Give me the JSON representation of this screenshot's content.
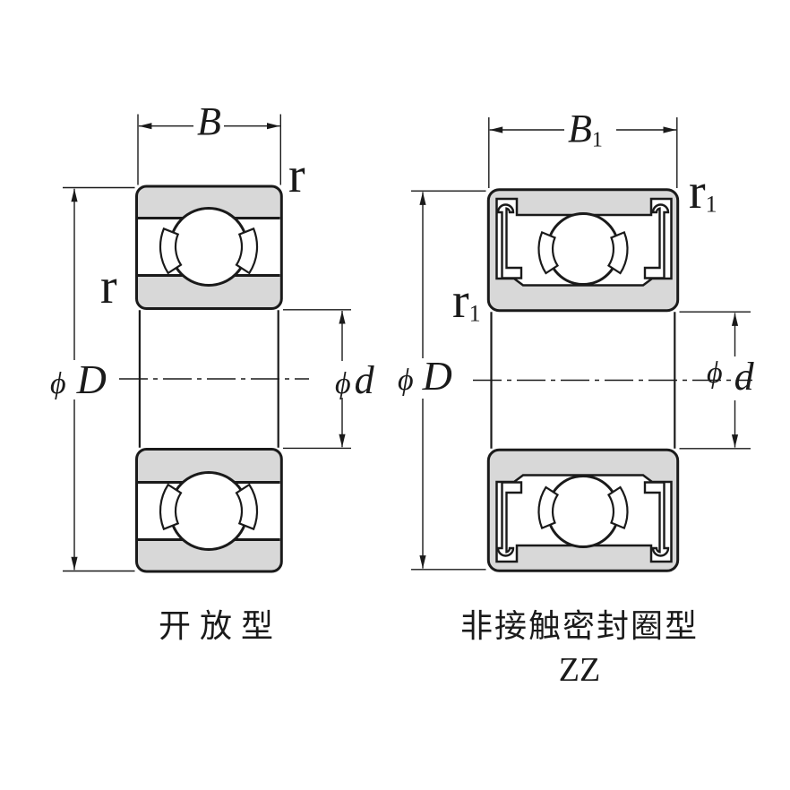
{
  "figure_title": "deep-groove ball bearing cross-section comparison",
  "left": {
    "caption": "开放型",
    "dim_B": "B",
    "dim_r_top": "r",
    "dim_r_side": "r",
    "phi": "ϕ",
    "dim_D": "D",
    "dim_d": "d"
  },
  "right": {
    "caption": "非接触密封圈型",
    "subcaption": "ZZ",
    "dim_B": "B",
    "dim_B_sub": "1",
    "dim_r_top": "r",
    "dim_r_top_sub": "1",
    "dim_r_side": "r",
    "dim_r_side_sub": "1",
    "phi": "ϕ",
    "dim_D": "D",
    "dim_d": "d"
  },
  "colors": {
    "line": "#1a1a1a",
    "ring_fill": "#d8d8d8",
    "background": "#ffffff"
  }
}
